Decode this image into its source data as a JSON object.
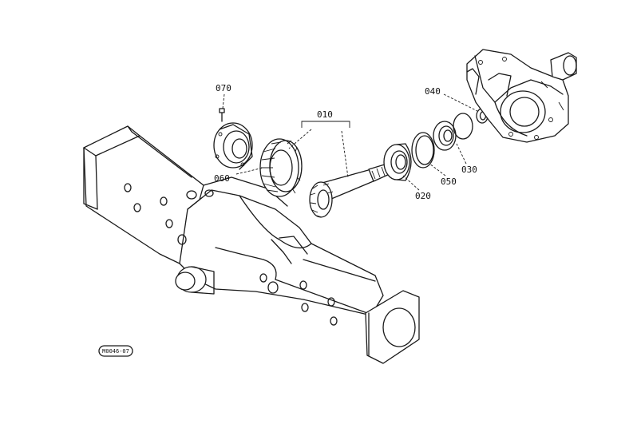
{
  "callouts": {
    "p010": "010",
    "p020": "020",
    "p030": "030",
    "p040": "040",
    "p050": "050",
    "p060": "060",
    "p070": "070"
  },
  "reference_code": "M0046-07",
  "colors": {
    "line": "#1a1a1a",
    "background": "#ffffff"
  }
}
